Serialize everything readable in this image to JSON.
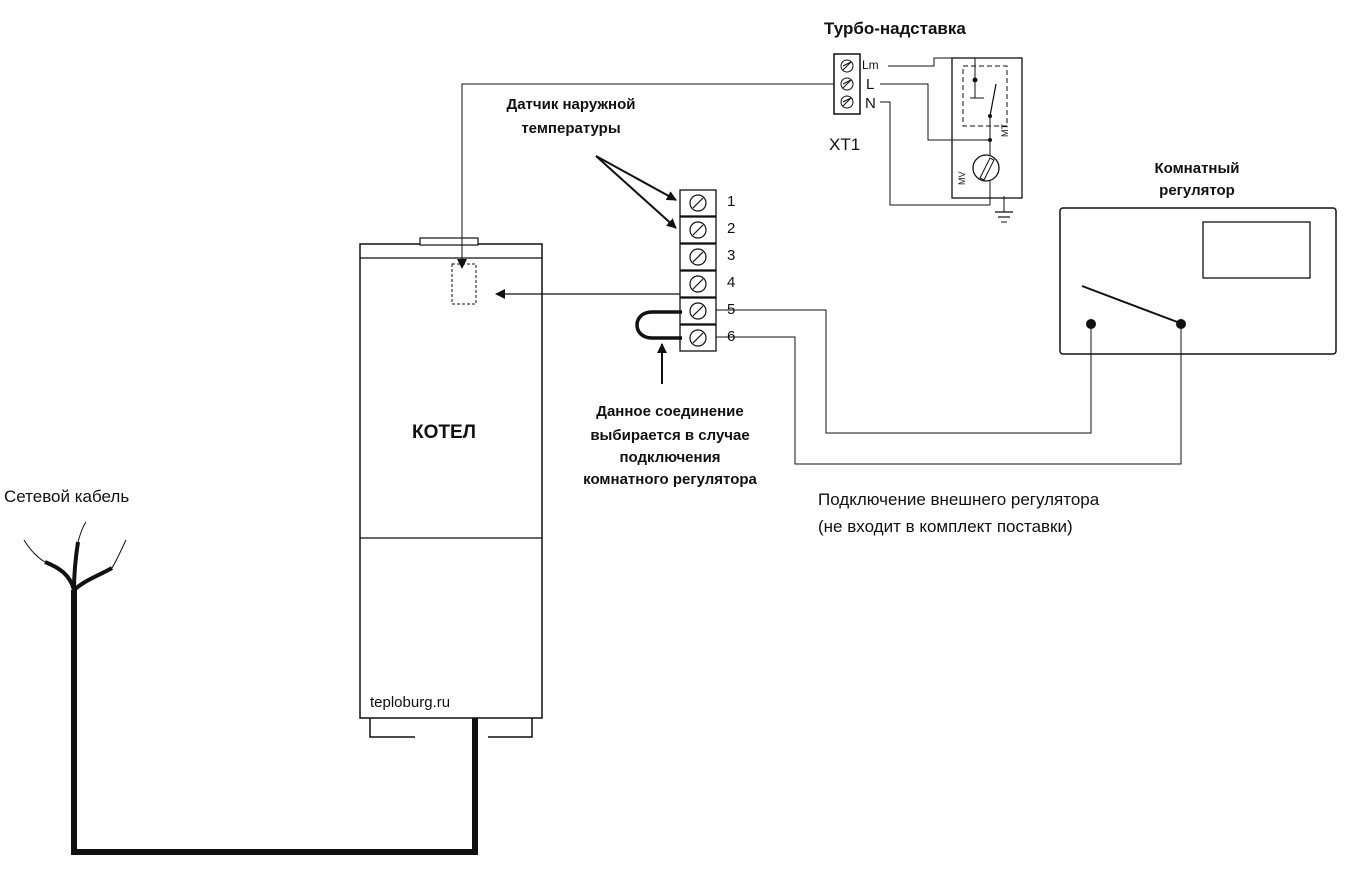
{
  "turbo": {
    "title": "Турбо-надставка",
    "pin_lm": "Lm",
    "pin_l": "L",
    "pin_n": "N",
    "block_label": "XT1",
    "fan_label": "MV",
    "thermostat_label": "MT"
  },
  "sensor": {
    "line1": "Датчик наружной",
    "line2": "температуры"
  },
  "terminals": [
    "1",
    "2",
    "3",
    "4",
    "5",
    "6"
  ],
  "room_regulator": {
    "line1": "Комнатный",
    "line2": "регулятор"
  },
  "boiler": {
    "label": "КОТЕЛ",
    "watermark": "teploburg.ru"
  },
  "jumper_note": {
    "line1": "Данное соединение",
    "line2": "выбирается в случае",
    "line3": "подключения",
    "line4": "комнатного регулятора"
  },
  "external": {
    "line1": "Подключение внешнего регулятора",
    "line2": "(не входит в комплект поставки)"
  },
  "cable": {
    "label": "Сетевой кабель"
  }
}
